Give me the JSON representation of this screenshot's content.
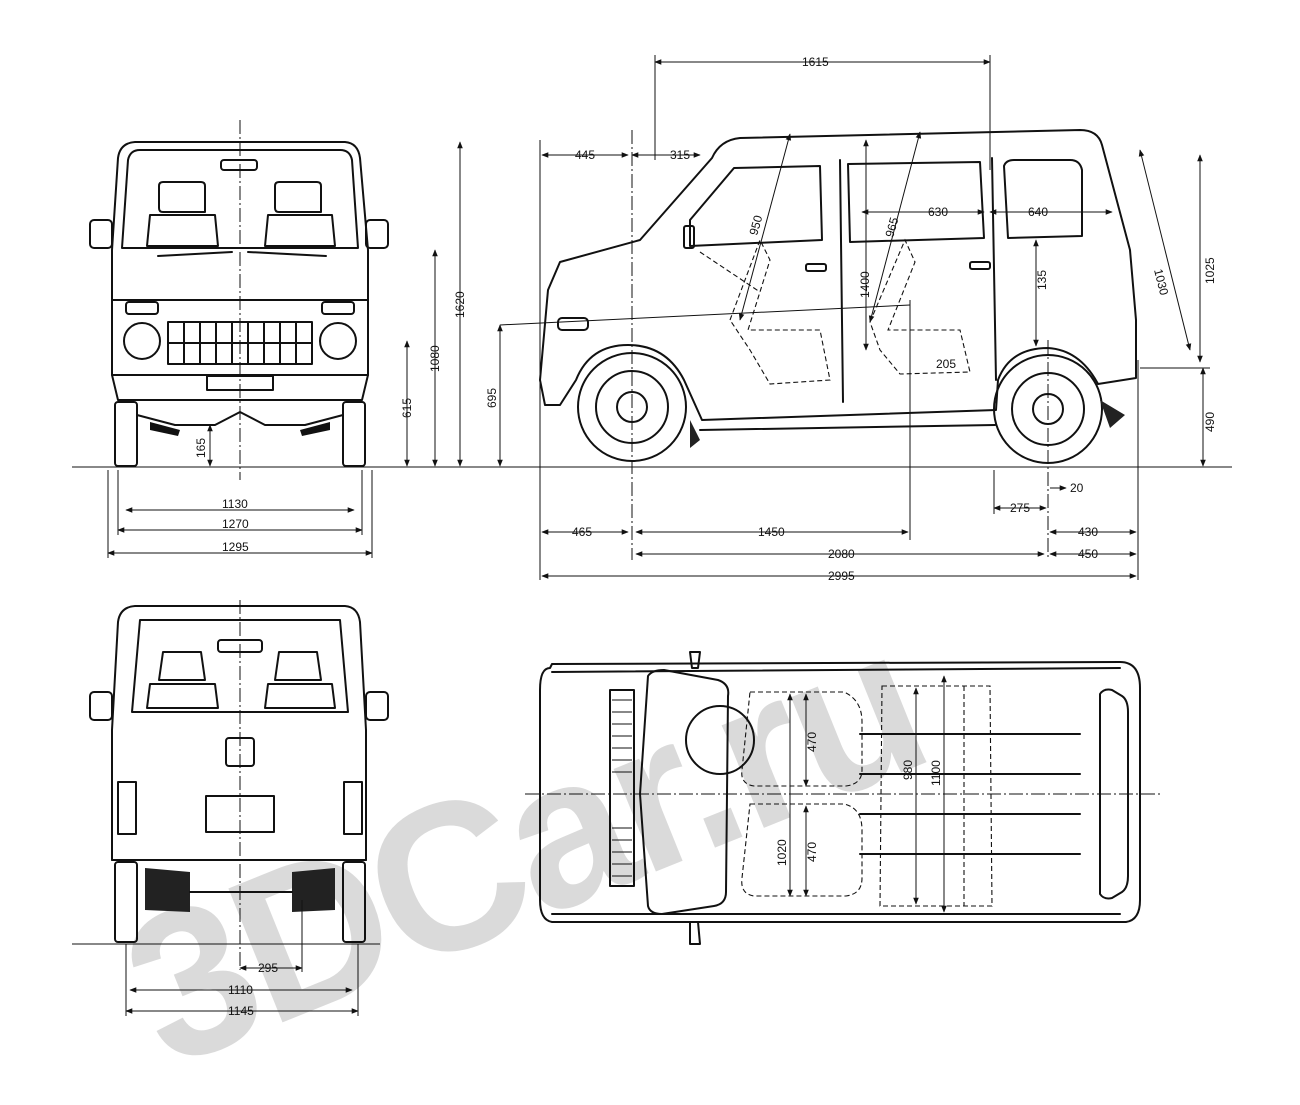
{
  "watermark": "3DCar.ru",
  "dimensions": {
    "front": {
      "height_total": "1620",
      "height_mirror": "1080",
      "height_headlight": "615",
      "ground_clearance": "165",
      "track": "1130",
      "width_body": "1270",
      "width_overall": "1295"
    },
    "side": {
      "distance_a": "1615",
      "front_windshield": "445",
      "windshield_gap": "315",
      "seat_front": "950",
      "seat_rear": "965",
      "rear_section": "630",
      "rear_window": "640",
      "interior_height": "1400",
      "floor_height": "135",
      "rear_diag": "1030",
      "rear_height": "1025",
      "hood_height": "695",
      "seat_offset": "205",
      "rear_bumper_height": "490",
      "rear_wheel_offset": "275",
      "small_offset": "20",
      "front_overhang": "465",
      "wheelbase_half": "1450",
      "rear_overhang_1": "430",
      "wheelbase": "2080",
      "rear_overhang_2": "450",
      "length_overall": "2995"
    },
    "rear": {
      "offset_center": "295",
      "track_rear": "1110",
      "width_rear": "1145"
    },
    "top": {
      "seat_width_front": "470",
      "seat_width_rear": "470",
      "cabin_width": "1020",
      "bench_width": "980",
      "interior_width": "1100"
    }
  }
}
